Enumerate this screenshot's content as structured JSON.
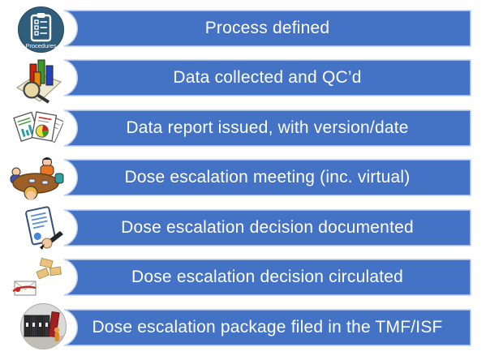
{
  "page": {
    "background": "#FFFFFF"
  },
  "colors": {
    "bar_fill": "#4472C4",
    "bar_border": "#BDCFEC",
    "bar_text": "#FFFFFF",
    "procedures_circle": "#2F5E7C"
  },
  "rows": [
    {
      "label": "Process defined",
      "icon": "procedures-clipboard-icon",
      "icon_caption": "Procedures"
    },
    {
      "label": "Data collected and QC’d",
      "icon": "bar-chart-magnifier-icon"
    },
    {
      "label": "Data report issued, with version/date",
      "icon": "report-pages-icon"
    },
    {
      "label": "Dose escalation meeting (inc. virtual)",
      "icon": "meeting-table-icon"
    },
    {
      "label": "Dose escalation decision documented",
      "icon": "signed-document-icon"
    },
    {
      "label": "Dose escalation decision circulated",
      "icon": "envelopes-icon"
    },
    {
      "label": "Dose escalation package filed in the TMF/ISF",
      "icon": "binders-archive-icon"
    }
  ]
}
